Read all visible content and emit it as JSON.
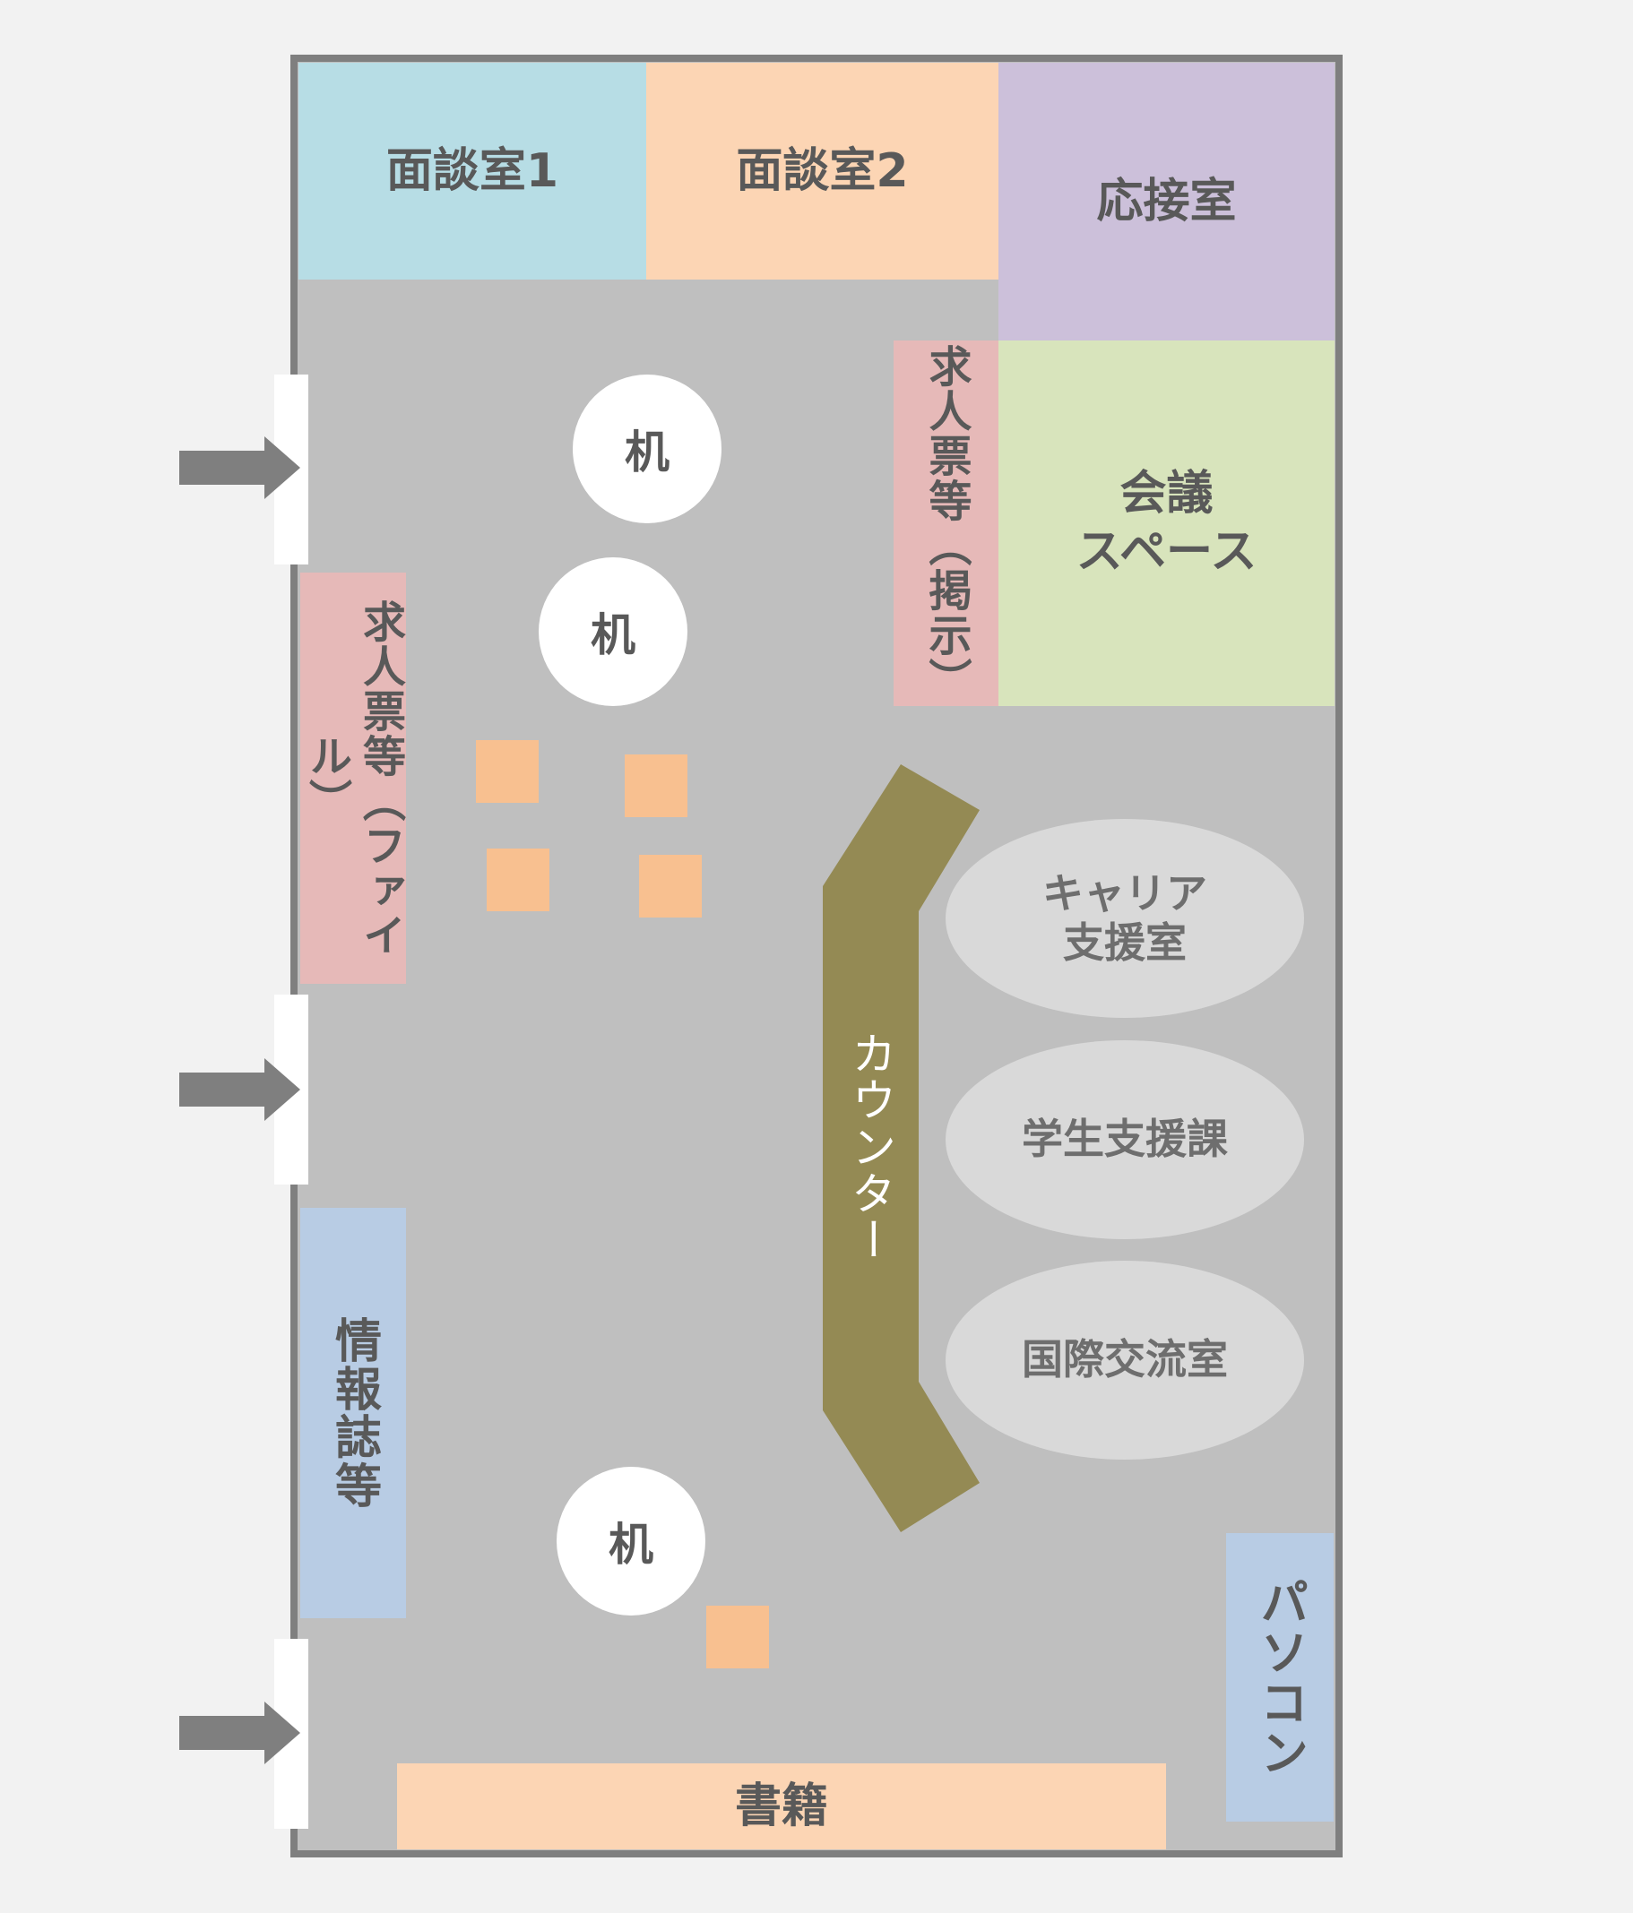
{
  "rooms": {
    "interview1": "面談室1",
    "interview2": "面談室2",
    "reception": "応接室",
    "meeting_line1": "会議",
    "meeting_line2": "スペース",
    "job_posting_board": "求人票等（掲示）",
    "job_posting_file": "求人票等（ファイル）",
    "magazines": "情報誌等",
    "counter": "カウンター",
    "career_line1": "キャリア",
    "career_line2": "支援室",
    "student_support": "学生支援課",
    "international": "国際交流室",
    "pc": "パソコン",
    "books": "書籍"
  },
  "desks": {
    "label": "机"
  },
  "colors": {
    "interview1": "#b7dde5",
    "interview2": "#fcd5b4",
    "reception": "#ccc0da",
    "meeting": "#d8e4bc",
    "job_posting": "#e6b9b8",
    "magazines": "#b8cce4",
    "counter": "#948a54",
    "office_ellipse": "#d9d9d9",
    "chair": "#f8c090",
    "floor": "#bfbfbf",
    "wall": "#7f7f7f"
  },
  "icons": {
    "entrance_arrow": "right-arrow-icon"
  }
}
